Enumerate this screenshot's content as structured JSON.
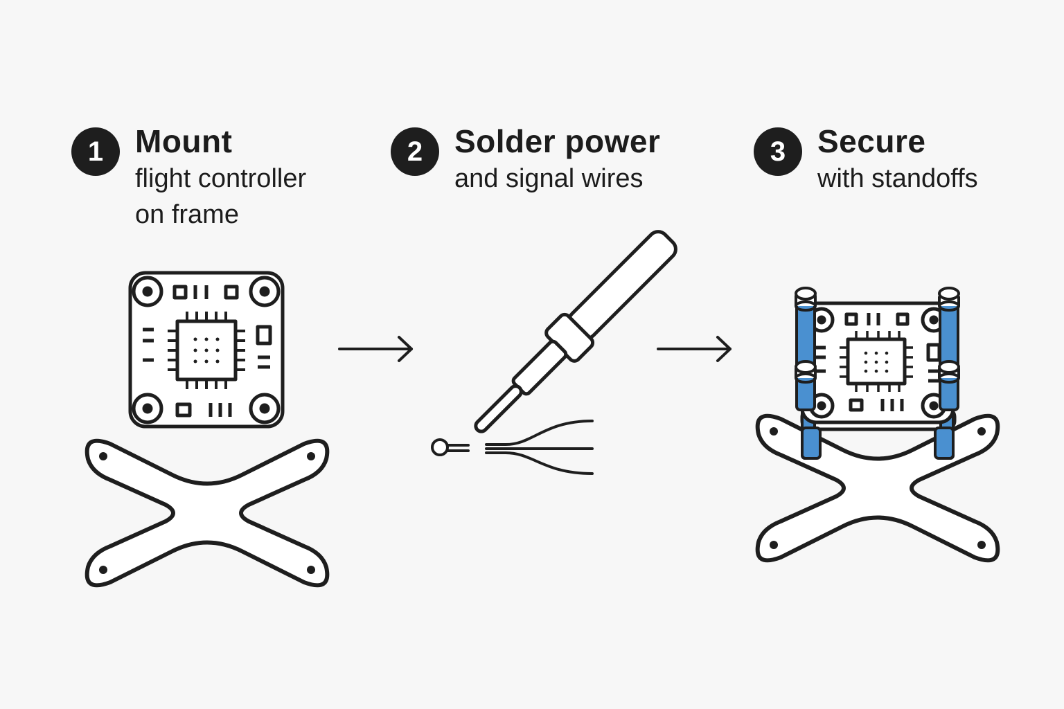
{
  "steps": [
    {
      "number": "1",
      "title": "Mount",
      "subtitle": "flight controller\non frame"
    },
    {
      "number": "2",
      "title": "Solder power",
      "subtitle": "and signal wires"
    },
    {
      "number": "3",
      "title": "Secure",
      "subtitle": "with standoffs"
    }
  ],
  "colors": {
    "stroke": "#1e1e1e",
    "background": "#f7f7f7",
    "standoff_blue": "#4a90d0"
  },
  "icons": [
    "flight-controller-board",
    "x-frame",
    "arrow-right",
    "soldering-iron",
    "wires",
    "standoff"
  ]
}
